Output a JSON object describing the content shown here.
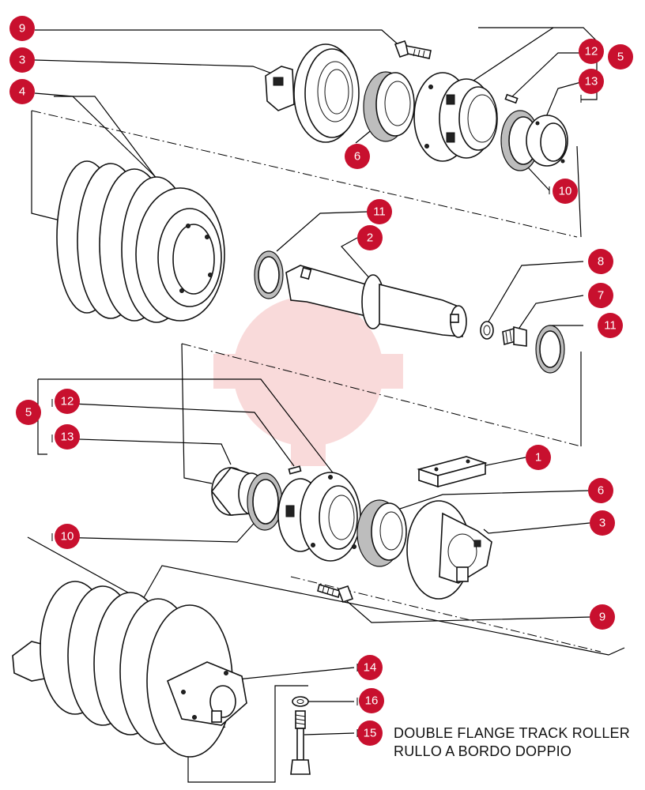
{
  "callouts": [
    {
      "id": "c9a",
      "label": "9"
    },
    {
      "id": "c3a",
      "label": "3"
    },
    {
      "id": "c4",
      "label": "4"
    },
    {
      "id": "c12a",
      "label": "12"
    },
    {
      "id": "c5a",
      "label": "5"
    },
    {
      "id": "c13a",
      "label": "13"
    },
    {
      "id": "c6a",
      "label": "6"
    },
    {
      "id": "c10a",
      "label": "10"
    },
    {
      "id": "c11a",
      "label": "11"
    },
    {
      "id": "c2",
      "label": "2"
    },
    {
      "id": "c8",
      "label": "8"
    },
    {
      "id": "c7",
      "label": "7"
    },
    {
      "id": "c11b",
      "label": "11"
    },
    {
      "id": "c5b",
      "label": "5"
    },
    {
      "id": "c12b",
      "label": "12"
    },
    {
      "id": "c13b",
      "label": "13"
    },
    {
      "id": "c1",
      "label": "1"
    },
    {
      "id": "c6b",
      "label": "6"
    },
    {
      "id": "c3b",
      "label": "3"
    },
    {
      "id": "c10b",
      "label": "10"
    },
    {
      "id": "c9b",
      "label": "9"
    },
    {
      "id": "c14",
      "label": "14"
    },
    {
      "id": "c16",
      "label": "16"
    },
    {
      "id": "c15",
      "label": "15"
    }
  ],
  "title": {
    "line1": "DOUBLE FLANGE TRACK ROLLER",
    "line2": "RULLO A BORDO DOPPIO"
  },
  "colors": {
    "badge": "#c8102e",
    "watermark": "#e23a3a"
  }
}
